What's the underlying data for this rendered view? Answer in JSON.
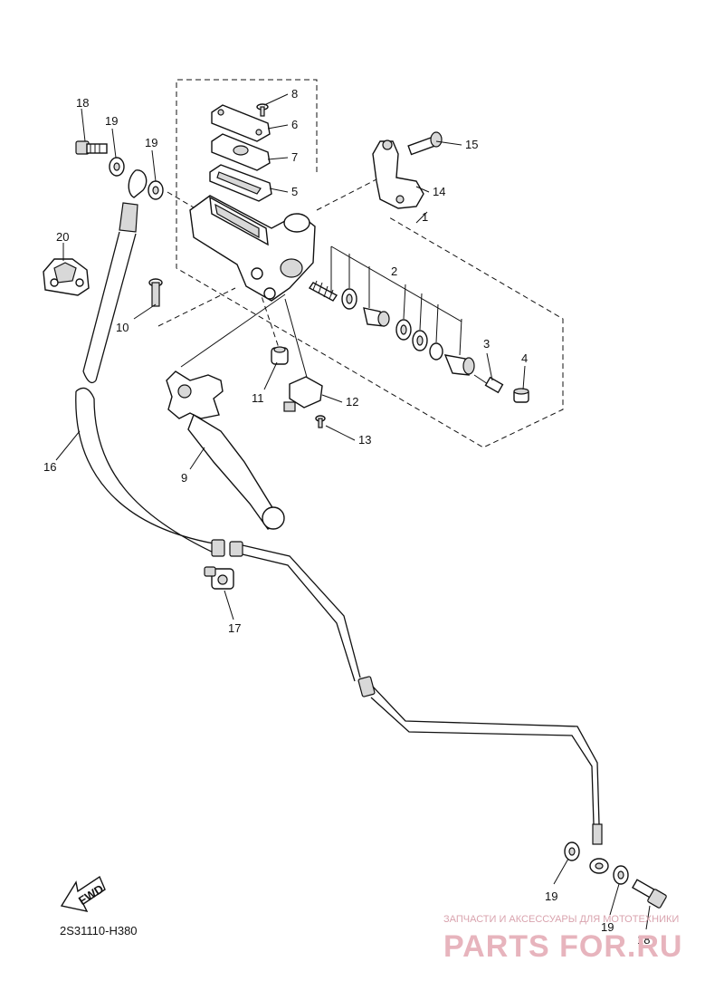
{
  "callouts": [
    "1",
    "2",
    "3",
    "4",
    "5",
    "6",
    "7",
    "8",
    "9",
    "10",
    "11",
    "12",
    "13",
    "14",
    "15",
    "16",
    "17",
    "18",
    "18",
    "19",
    "19",
    "19",
    "19",
    "20"
  ],
  "fwd_label": "FWD",
  "diagram_code": "2S31110-H380",
  "watermark": {
    "tagline": "ЗАПЧАСТИ И АКСЕССУАРЫ ДЛЯ МОТОТЕХНИКИ",
    "brand": "PARTS FOR.RU"
  }
}
